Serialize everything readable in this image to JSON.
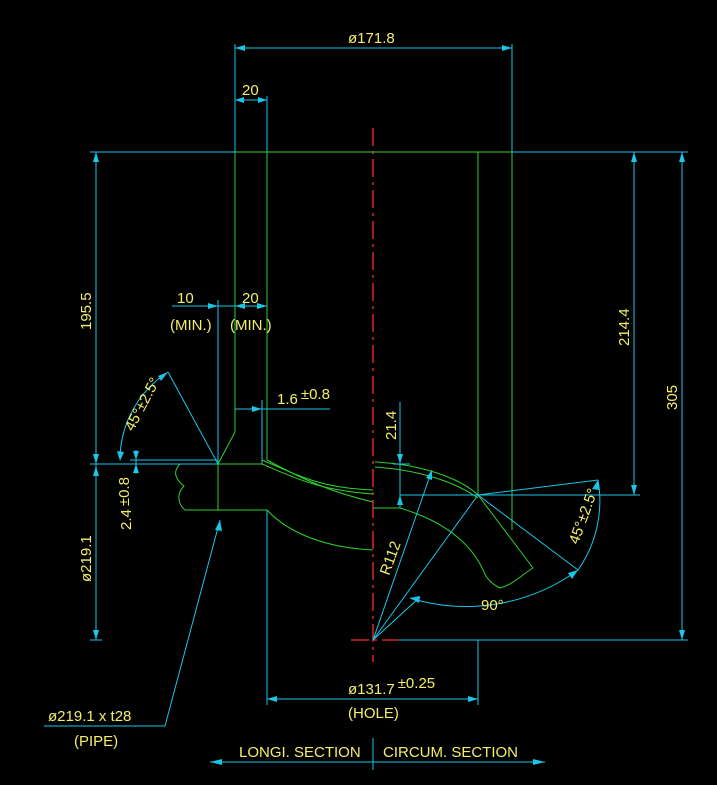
{
  "drawing": {
    "colors": {
      "background": "#000000",
      "dimension": "#19c6e6",
      "object": "#2fd12f",
      "centerline": "#ff2a2a",
      "text": "#f4ef6a",
      "leader": "#ffffff"
    },
    "dims": {
      "top_dia": "ø171.8",
      "wall_top": "20",
      "height_left": "195.5",
      "min10": "10",
      "min10_note": "(MIN.)",
      "min20": "20",
      "min20_note": "(MIN.)",
      "bevel_left": "45°±2.5°",
      "gap": "1.6",
      "gap_tol": "±0.8",
      "land": "2.4",
      "land_tol": "±0.8",
      "pipe_dia_dim": "ø219.1",
      "pipe_callout": "ø219.1 x t28",
      "pipe_note": "(PIPE)",
      "offset": "21.4",
      "radius": "R112",
      "height_inner": "214.4",
      "height_total": "305",
      "bevel_right": "45°±2.5°",
      "angle": "90°",
      "hole_dia": "ø131.7",
      "hole_tol": "±0.25",
      "hole_note": "(HOLE)"
    },
    "sections": {
      "left": "LONGI. SECTION",
      "right": "CIRCUM. SECTION"
    }
  }
}
